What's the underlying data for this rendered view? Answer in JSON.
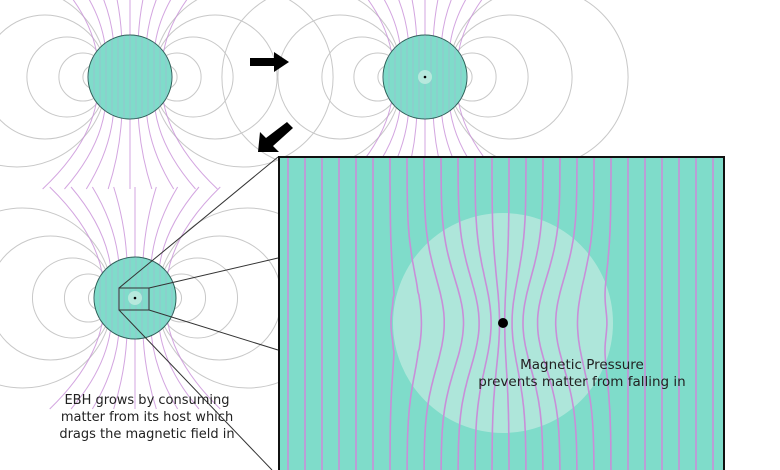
{
  "colors": {
    "star": "#7fdcca",
    "field": "#c88fd8",
    "glow": "#bdeadf",
    "loops": "#c8c8c8",
    "outline": "#2f5f58"
  },
  "stages": [
    {
      "name": "star",
      "has_ebh": false
    },
    {
      "name": "star-with-ebh",
      "has_ebh": true
    },
    {
      "name": "star-growing-ebh",
      "has_ebh": true
    }
  ],
  "captions": {
    "growth": [
      "EBH grows by consuming",
      "matter from its host which",
      "drags the magnetic field in"
    ],
    "pressure": [
      "Magnetic Pressure",
      "prevents matter from falling in"
    ]
  }
}
